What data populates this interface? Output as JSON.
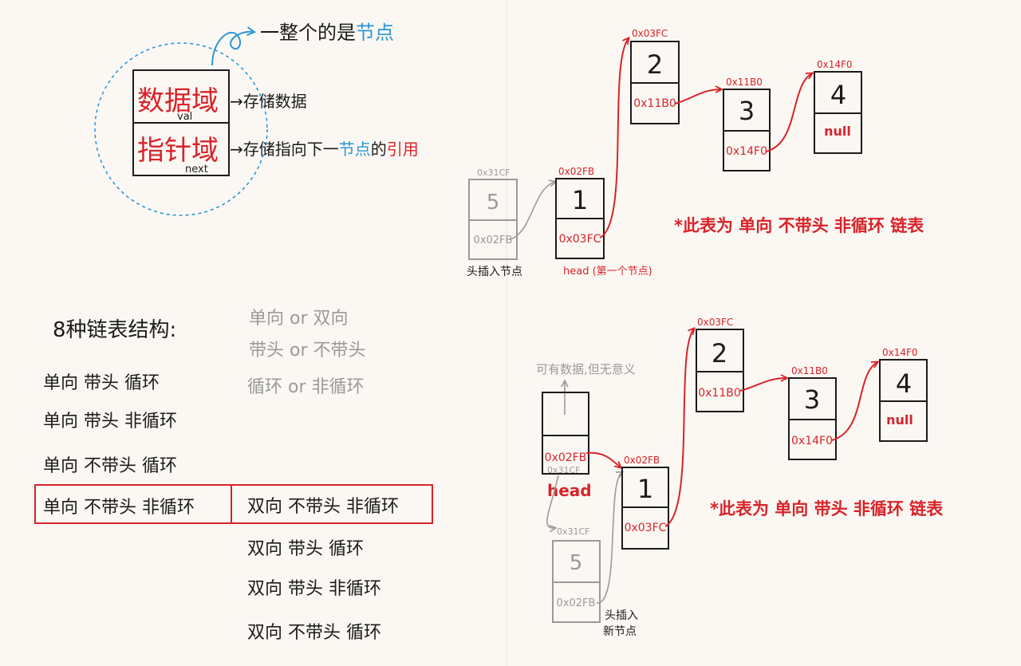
{
  "colors": {
    "ink": "#1b1b1b",
    "red": "#d8232a",
    "blue": "#2d97d3",
    "gray": "#9a9a9a"
  },
  "node_concept": {
    "data_field_label": "数据域",
    "data_field_sub": "val",
    "pointer_field_label": "指针域",
    "pointer_field_sub": "next",
    "data_desc": "→存储数据",
    "pointer_desc_a": "→存储指向下一",
    "pointer_desc_b": "节点",
    "pointer_desc_c": "的",
    "pointer_desc_d": "引用",
    "whole_note_a": "一整个的是",
    "whole_note_b": "节点"
  },
  "structures": {
    "title": "8种链表结构:",
    "options": [
      "单向 or 双向",
      "带头 or 不带头",
      "循环 or 非循环"
    ],
    "left_list": [
      "单向  带头  循环",
      "单向  带头  非循环",
      "单向  不带头  循环",
      "单向  不带头  非循环"
    ],
    "right_list": [
      "双向  不带头  非循环",
      "双向  带头  循环",
      "双向  带头  非循环",
      "双向  不带头  循环"
    ]
  },
  "diagram_top": {
    "new_node": {
      "addr": "0x31CF",
      "val": "5",
      "next": "0x02FB",
      "caption": "头插入节点"
    },
    "nodes": [
      {
        "addr": "0x02FB",
        "val": "1",
        "next": "0x03FC"
      },
      {
        "addr": "0x03FC",
        "val": "2",
        "next": "0x11B0"
      },
      {
        "addr": "0x11B0",
        "val": "3",
        "next": "0x14F0"
      },
      {
        "addr": "0x14F0",
        "val": "4",
        "next": "null"
      }
    ],
    "head_label": "head (第一个节点)",
    "note": "*此表为  单向  不带头  非循环  链表"
  },
  "diagram_bottom": {
    "sentinel": {
      "next": "0x02FB",
      "note": "可有数据,但无意义",
      "label": "head"
    },
    "new_node": {
      "addr": "0x31CF",
      "val": "5",
      "next": "0x02FB",
      "caption_a": "头插入",
      "caption_b": "新节点"
    },
    "nodes": [
      {
        "addr": "0x02FB",
        "val": "1",
        "next": "0x03FC"
      },
      {
        "addr": "0x03FC",
        "val": "2",
        "next": "0x11B0"
      },
      {
        "addr": "0x11B0",
        "val": "3",
        "next": "0x14F0"
      },
      {
        "addr": "0x14F0",
        "val": "4",
        "next": "null"
      }
    ],
    "note": "*此表为  单向  带头  非循环  链表"
  }
}
